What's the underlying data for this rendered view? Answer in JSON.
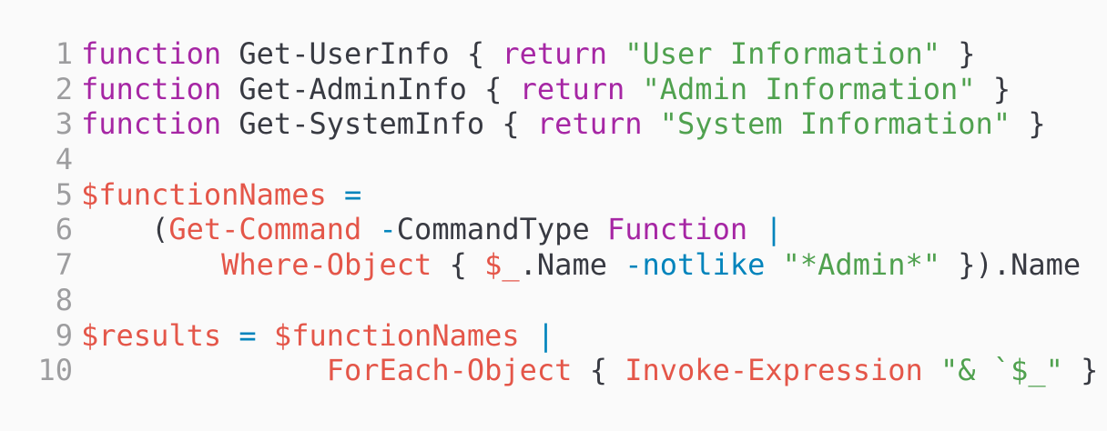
{
  "editor": {
    "language": "PowerShell",
    "background_color": "#fafafa",
    "gutter_color": "#9d9d9f",
    "colors": {
      "keyword": "#a626a4",
      "string": "#50a14f",
      "cmdlet": "#e45649",
      "variable": "#e45649",
      "operator": "#0184bc",
      "plain": "#383a42",
      "type": "#a626a4"
    },
    "lines": [
      {
        "number": "1",
        "text": "function Get-UserInfo { return \"User Information\" }",
        "tokens": [
          {
            "t": "function",
            "c": "keyword"
          },
          {
            "t": " Get-UserInfo { ",
            "c": "plain"
          },
          {
            "t": "return",
            "c": "keyword"
          },
          {
            "t": " ",
            "c": "plain"
          },
          {
            "t": "\"User Information\"",
            "c": "string"
          },
          {
            "t": " }",
            "c": "plain"
          }
        ]
      },
      {
        "number": "2",
        "text": "function Get-AdminInfo { return \"Admin Information\" }",
        "tokens": [
          {
            "t": "function",
            "c": "keyword"
          },
          {
            "t": " Get-AdminInfo { ",
            "c": "plain"
          },
          {
            "t": "return",
            "c": "keyword"
          },
          {
            "t": " ",
            "c": "plain"
          },
          {
            "t": "\"Admin Information\"",
            "c": "string"
          },
          {
            "t": " }",
            "c": "plain"
          }
        ]
      },
      {
        "number": "3",
        "text": "function Get-SystemInfo { return \"System Information\" }",
        "tokens": [
          {
            "t": "function",
            "c": "keyword"
          },
          {
            "t": " Get-SystemInfo { ",
            "c": "plain"
          },
          {
            "t": "return",
            "c": "keyword"
          },
          {
            "t": " ",
            "c": "plain"
          },
          {
            "t": "\"System Information\"",
            "c": "string"
          },
          {
            "t": " }",
            "c": "plain"
          }
        ]
      },
      {
        "number": "4",
        "text": "",
        "tokens": []
      },
      {
        "number": "5",
        "text": "$functionNames =",
        "tokens": [
          {
            "t": "$functionNames",
            "c": "variable"
          },
          {
            "t": " ",
            "c": "plain"
          },
          {
            "t": "=",
            "c": "operator"
          }
        ]
      },
      {
        "number": "6",
        "text": "    (Get-Command -CommandType Function |",
        "tokens": [
          {
            "t": "    (",
            "c": "plain"
          },
          {
            "t": "Get-Command",
            "c": "cmdlet"
          },
          {
            "t": " ",
            "c": "plain"
          },
          {
            "t": "-",
            "c": "operator"
          },
          {
            "t": "CommandType",
            "c": "plain"
          },
          {
            "t": " ",
            "c": "plain"
          },
          {
            "t": "Function",
            "c": "type"
          },
          {
            "t": " ",
            "c": "plain"
          },
          {
            "t": "|",
            "c": "operator"
          }
        ]
      },
      {
        "number": "7",
        "text": "        Where-Object { $_.Name -notlike \"*Admin*\" }).Name",
        "tokens": [
          {
            "t": "        ",
            "c": "plain"
          },
          {
            "t": "Where-Object",
            "c": "cmdlet"
          },
          {
            "t": " { ",
            "c": "plain"
          },
          {
            "t": "$_",
            "c": "variable"
          },
          {
            "t": ".Name ",
            "c": "plain"
          },
          {
            "t": "-notlike",
            "c": "operator"
          },
          {
            "t": " ",
            "c": "plain"
          },
          {
            "t": "\"*Admin*\"",
            "c": "string"
          },
          {
            "t": " }).Name",
            "c": "plain"
          }
        ]
      },
      {
        "number": "8",
        "text": "",
        "tokens": []
      },
      {
        "number": "9",
        "text": "$results = $functionNames |",
        "tokens": [
          {
            "t": "$results",
            "c": "variable"
          },
          {
            "t": " ",
            "c": "plain"
          },
          {
            "t": "=",
            "c": "operator"
          },
          {
            "t": " ",
            "c": "plain"
          },
          {
            "t": "$functionNames",
            "c": "variable"
          },
          {
            "t": " ",
            "c": "plain"
          },
          {
            "t": "|",
            "c": "operator"
          }
        ]
      },
      {
        "number": "10",
        "text": "              ForEach-Object { Invoke-Expression \"& `$_\" }",
        "tokens": [
          {
            "t": "              ",
            "c": "plain"
          },
          {
            "t": "ForEach-Object",
            "c": "cmdlet"
          },
          {
            "t": " { ",
            "c": "plain"
          },
          {
            "t": "Invoke-Expression",
            "c": "cmdlet"
          },
          {
            "t": " ",
            "c": "plain"
          },
          {
            "t": "\"& `$_\"",
            "c": "string"
          },
          {
            "t": " }",
            "c": "plain"
          }
        ]
      }
    ]
  }
}
